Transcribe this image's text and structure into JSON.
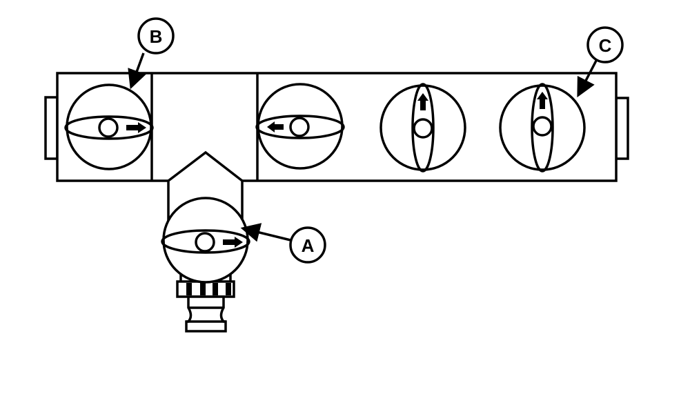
{
  "callouts": {
    "a": "A",
    "b": "B",
    "c": "C"
  },
  "valves": [
    {
      "id": "B",
      "orientation": "horizontal",
      "arrow": "right"
    },
    {
      "id": "",
      "orientation": "horizontal",
      "arrow": "left"
    },
    {
      "id": "",
      "orientation": "vertical",
      "arrow": "up"
    },
    {
      "id": "C",
      "orientation": "vertical",
      "arrow": "up"
    },
    {
      "id": "A",
      "orientation": "horizontal",
      "arrow": "right"
    }
  ],
  "colors": {
    "line": "#000000",
    "background": "#ffffff"
  }
}
